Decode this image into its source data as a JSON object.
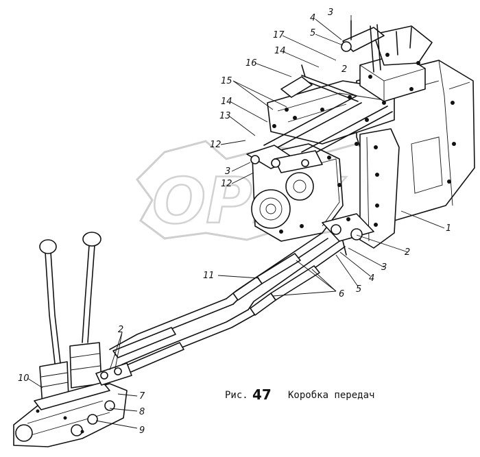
{
  "watermark": "ОРЕХ",
  "caption": {
    "prefix": "Рис.",
    "number": "47",
    "title": "Коробка передач"
  },
  "callouts": [
    {
      "id": "c1",
      "text": "1"
    },
    {
      "id": "c2a",
      "text": "2"
    },
    {
      "id": "c2b",
      "text": "2"
    },
    {
      "id": "c2c",
      "text": "2"
    },
    {
      "id": "c3a",
      "text": "3"
    },
    {
      "id": "c3b",
      "text": "3"
    },
    {
      "id": "c3c",
      "text": "3"
    },
    {
      "id": "c4a",
      "text": "4"
    },
    {
      "id": "c4b",
      "text": "4"
    },
    {
      "id": "c5a",
      "text": "5"
    },
    {
      "id": "c5b",
      "text": "5"
    },
    {
      "id": "c6",
      "text": "6"
    },
    {
      "id": "c7",
      "text": "7"
    },
    {
      "id": "c8",
      "text": "8"
    },
    {
      "id": "c9",
      "text": "9"
    },
    {
      "id": "c10",
      "text": "10"
    },
    {
      "id": "c11",
      "text": "11"
    },
    {
      "id": "c12a",
      "text": "12"
    },
    {
      "id": "c12b",
      "text": "12"
    },
    {
      "id": "c13",
      "text": "13"
    },
    {
      "id": "c14a",
      "text": "14"
    },
    {
      "id": "c14b",
      "text": "14"
    },
    {
      "id": "c15",
      "text": "15"
    },
    {
      "id": "c16",
      "text": "16"
    },
    {
      "id": "c17",
      "text": "17"
    }
  ]
}
